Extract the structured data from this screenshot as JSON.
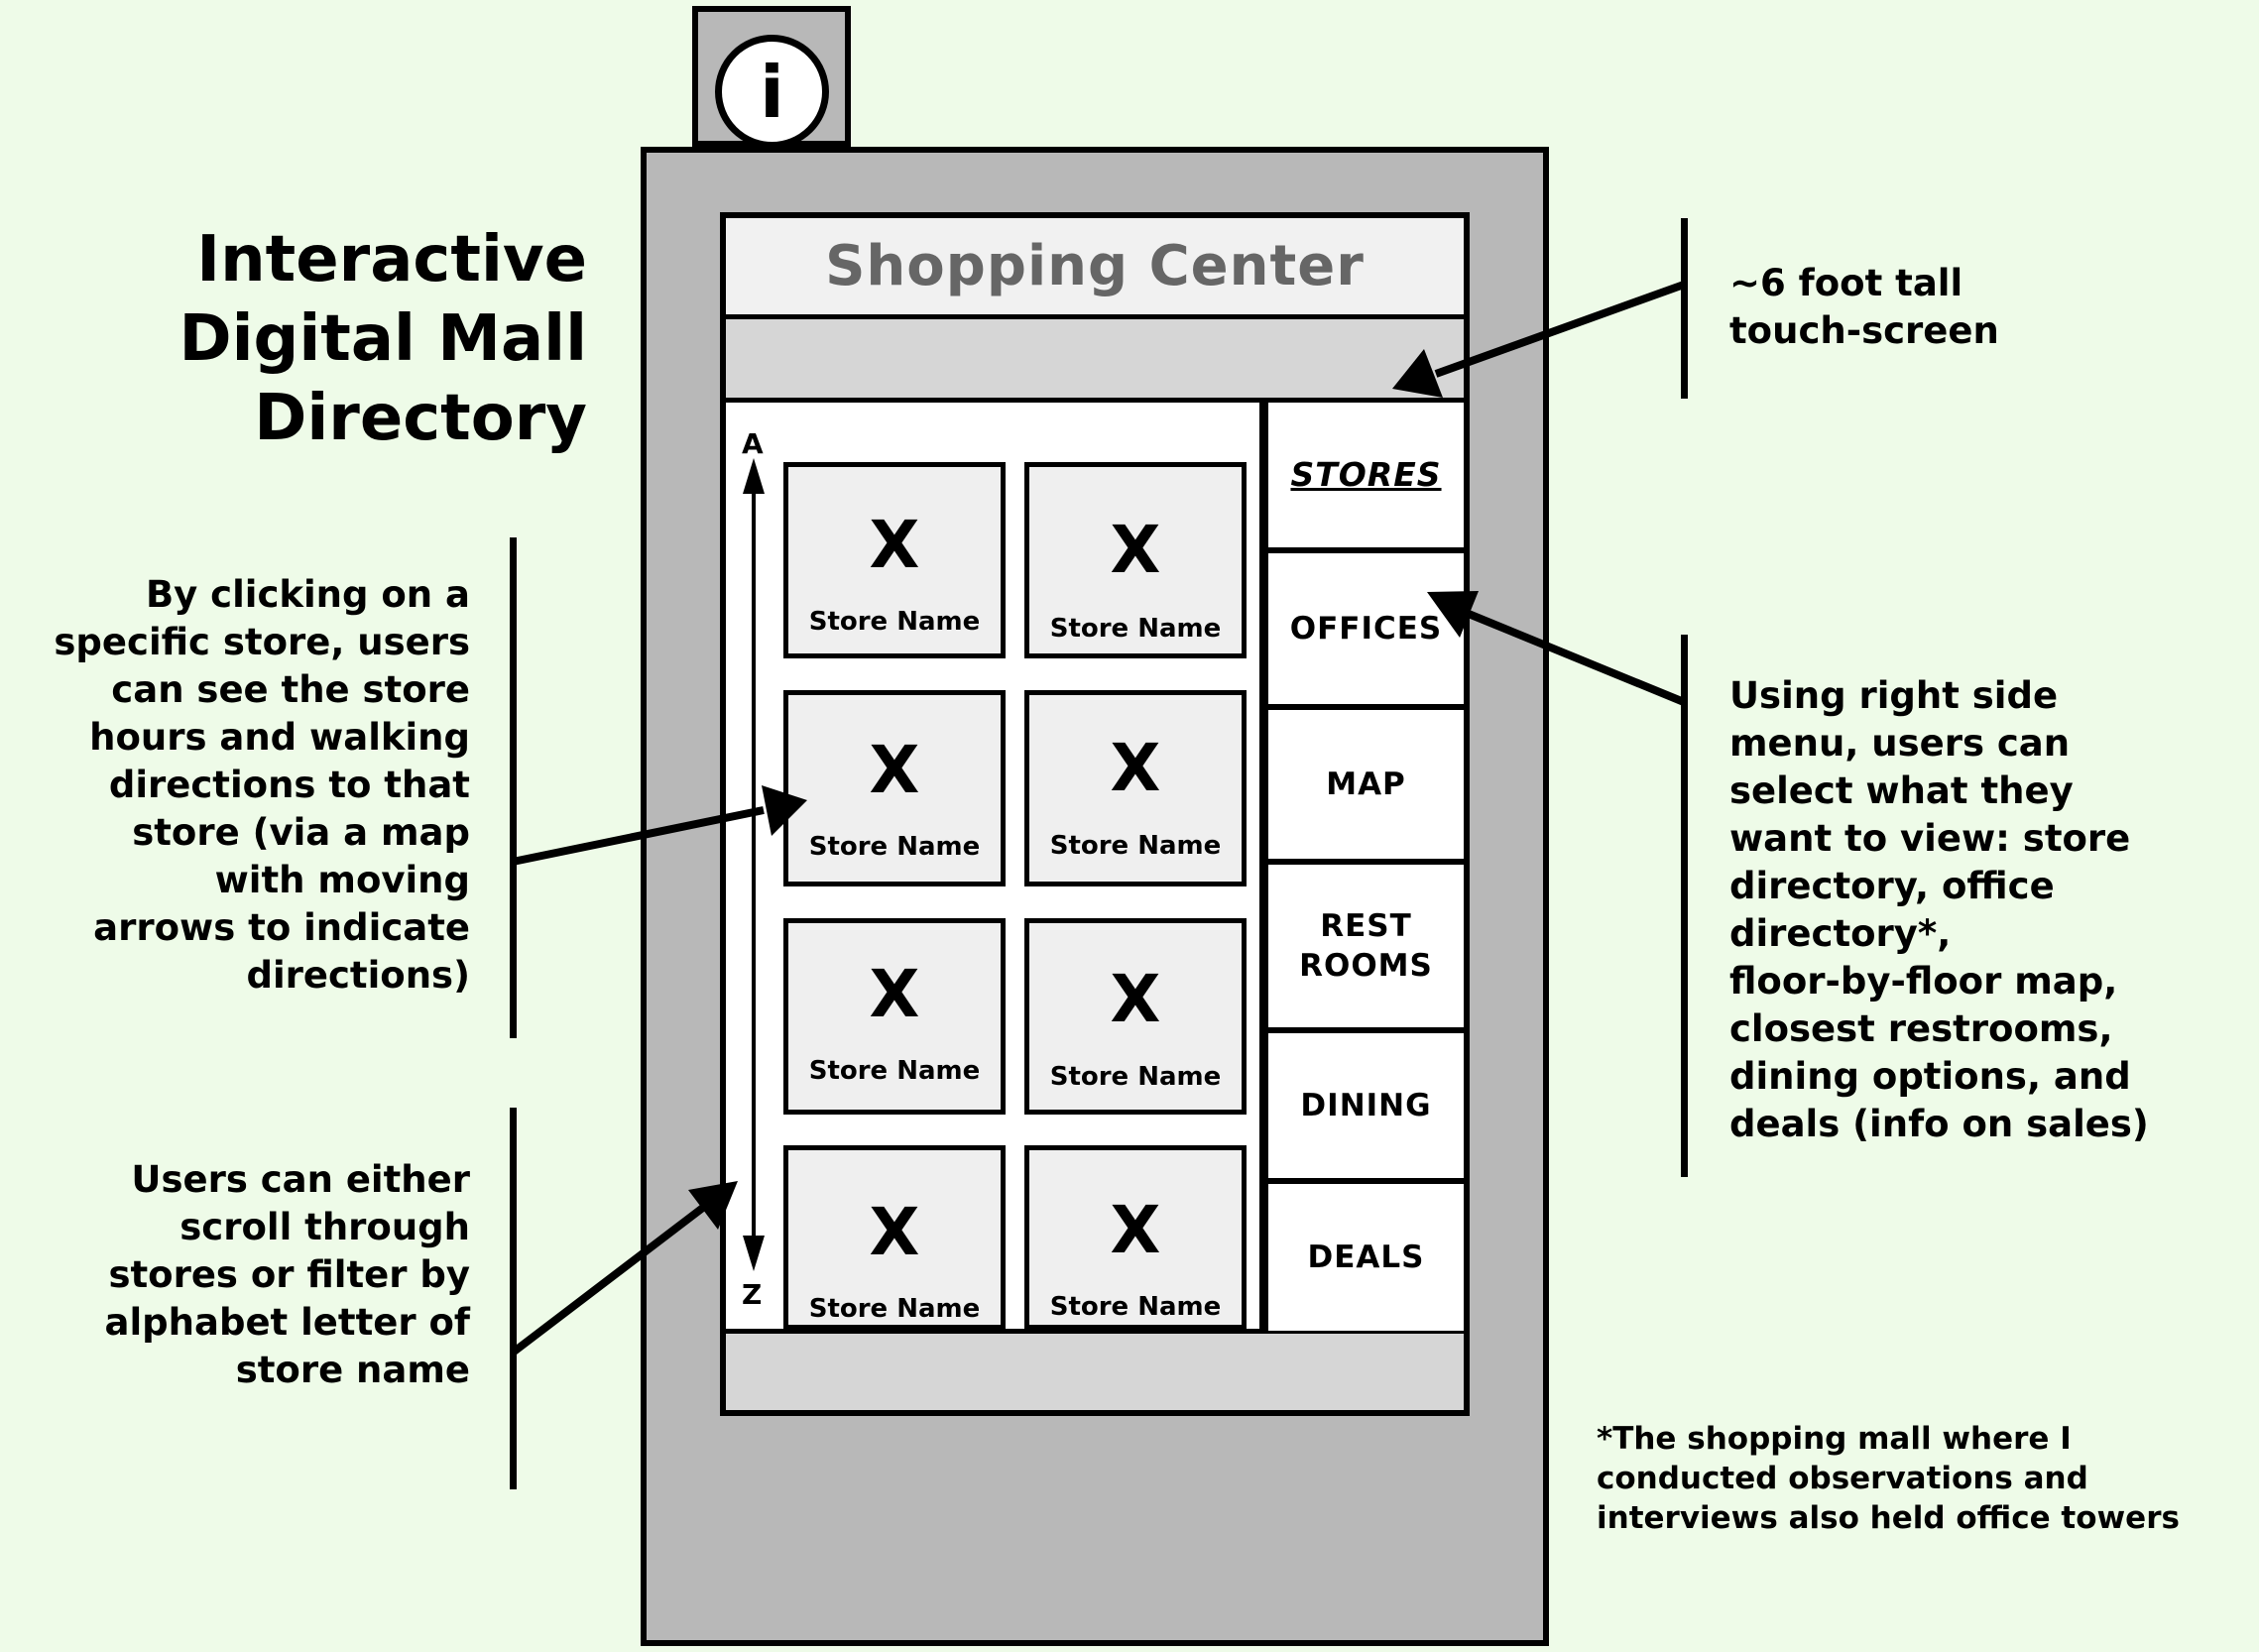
{
  "title_lines": [
    "Interactive",
    "Digital Mall",
    "Directory"
  ],
  "kiosk": {
    "info_icon": "i",
    "header_title": "Shopping Center"
  },
  "menu": [
    "STORES",
    "OFFICES",
    "MAP",
    "REST ROOMS",
    "DINING",
    "DEALS"
  ],
  "active_menu": "STORES",
  "scroll": {
    "top_letter": "A",
    "bottom_letter": "Z"
  },
  "tiles": [
    {
      "mark": "X",
      "label": "Store Name"
    },
    {
      "mark": "X",
      "label": "Store Name"
    },
    {
      "mark": "X",
      "label": "Store Name"
    },
    {
      "mark": "X",
      "label": "Store Name"
    },
    {
      "mark": "X",
      "label": "Store Name"
    },
    {
      "mark": "X",
      "label": "Store Name"
    },
    {
      "mark": "X",
      "label": "Store Name"
    },
    {
      "mark": "X",
      "label": "Store Name"
    }
  ],
  "annotations": {
    "touchscreen": [
      "~6 foot tall",
      "touch-screen"
    ],
    "store_click": [
      "By clicking on a",
      "specific store, users",
      "can see the store",
      "hours and walking",
      "directions to that",
      "store (via a map",
      "with moving",
      "arrows to indicate",
      "directions)"
    ],
    "scroll_filter": [
      "Users can either",
      "scroll through",
      "stores or filter by",
      "alphabet letter of",
      "store name"
    ],
    "right_menu": [
      "Using right side",
      "menu, users can",
      "select what they",
      "want to view: store",
      "directory, office",
      "directory*,",
      "floor-by-floor map,",
      "closest restrooms,",
      "dining options, and",
      "deals (info on sales)"
    ],
    "footnote": [
      "*The shopping mall where I",
      "conducted observations and",
      "interviews also held office towers"
    ]
  }
}
